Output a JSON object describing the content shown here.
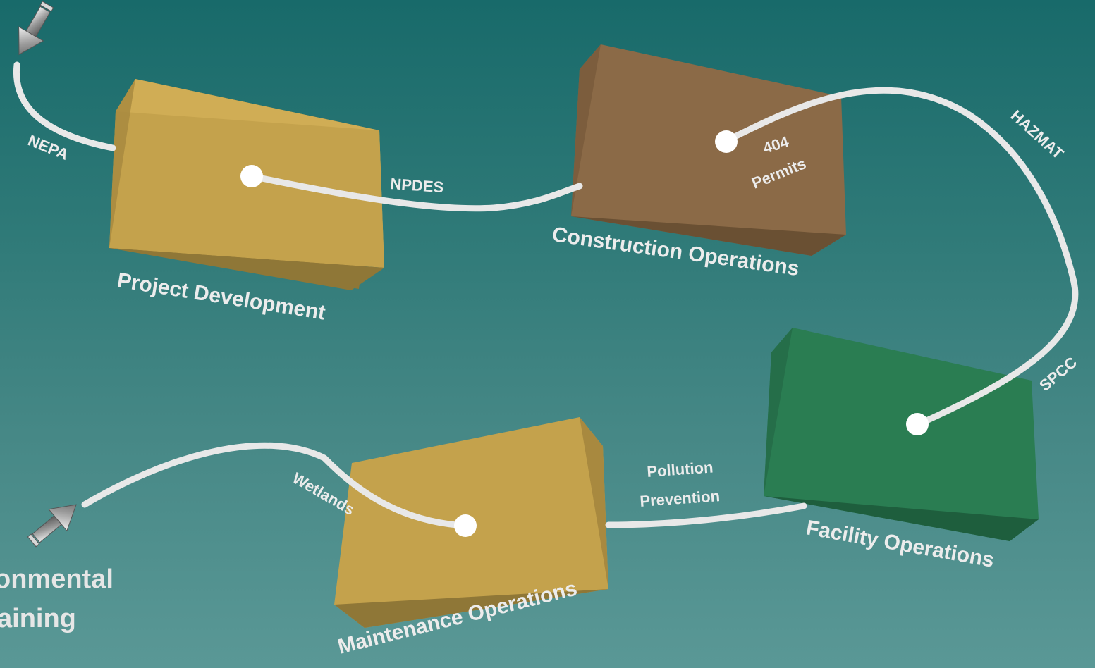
{
  "diagram": {
    "title_line1": "onmental",
    "title_line2": "aining",
    "stages": {
      "project_development": "Project Development",
      "construction_operations": "Construction Operations",
      "facility_operations": "Facility Operations",
      "maintenance_operations": "Maintenance Operations"
    },
    "path_labels": {
      "nepa": "NEPA",
      "npdes": "NPDES",
      "permits_404_line1": "404",
      "permits_404_line2": "Permits",
      "hazmat": "HAZMAT",
      "spcc": "SPCC",
      "pollution_line1": "Pollution",
      "pollution_line2": "Prevention",
      "wetlands": "Wetlands"
    },
    "colors": {
      "project_box": "#c4a24c",
      "construction_box": "#8b6a47",
      "facility_box": "#2a7d52",
      "maintenance_box": "#c4a24c",
      "path": "#e8e8e8",
      "arrow": "#8c8c8c"
    },
    "icons": {
      "start_arrow": "arrow-down-left-icon",
      "end_arrow": "arrow-up-right-icon"
    }
  }
}
